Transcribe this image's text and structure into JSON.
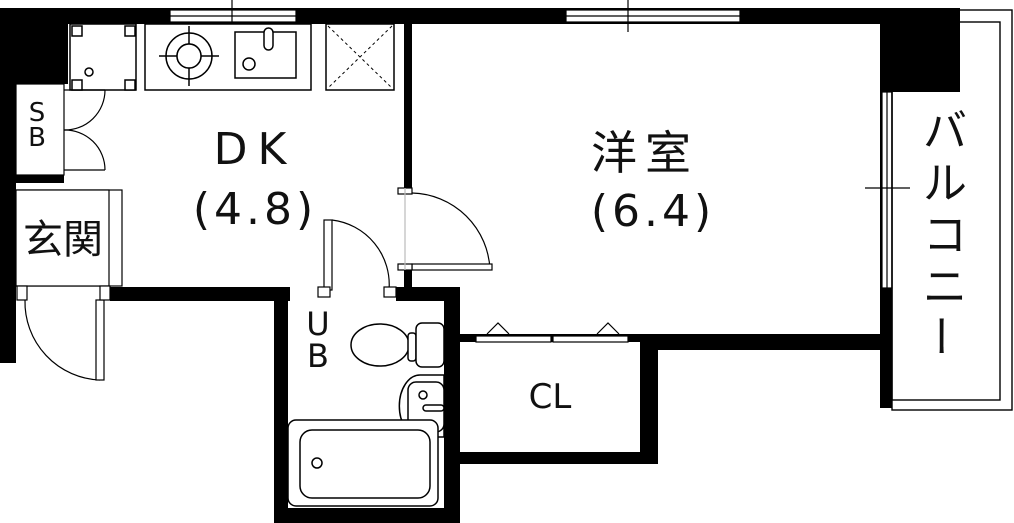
{
  "floorplan": {
    "rooms": {
      "dk": {
        "name": "DK",
        "area": "(4.8)"
      },
      "western_room": {
        "name": "洋室",
        "area": "(6.4)"
      },
      "entrance": {
        "name": "玄関"
      },
      "shoe_box": {
        "name_line1": "S",
        "name_line2": "B"
      },
      "unit_bath": {
        "name_line1": "U",
        "name_line2": "B"
      },
      "closet": {
        "name": "CL"
      },
      "balcony": {
        "chars": [
          "バ",
          "ル",
          "コ",
          "ニ",
          "ー"
        ]
      }
    },
    "colors": {
      "wall": "#000000",
      "background": "#ffffff",
      "line": "#111111"
    }
  }
}
